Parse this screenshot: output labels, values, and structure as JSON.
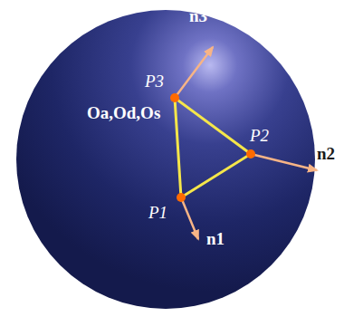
{
  "diagram": {
    "labels": [
      "n3",
      "P3",
      "P2",
      "n2",
      "Oa,Od,Os",
      "P1",
      "n1"
    ]
  }
}
